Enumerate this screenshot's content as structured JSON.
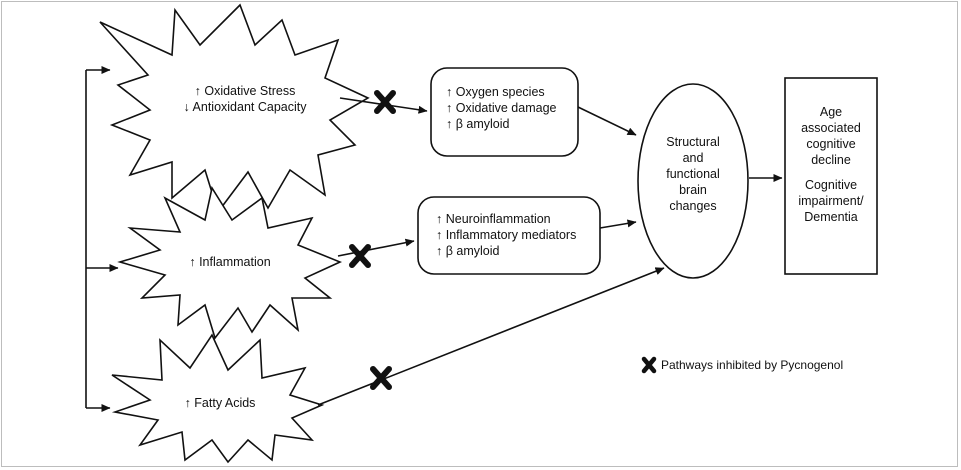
{
  "sources": {
    "oxidative": {
      "line1": "↑ Oxidative Stress",
      "line2": "↓ Antioxidant Capacity"
    },
    "inflammation": {
      "line1": "↑ Inflammation"
    },
    "fatty": {
      "line1": "↑ Fatty Acids"
    }
  },
  "effects": {
    "oxidative_box": [
      "↑ Oxygen species",
      "↑ Oxidative damage",
      "↑ β amyloid"
    ],
    "inflammation_box": [
      "↑ Neuroinflammation",
      "↑ Inflammatory mediators",
      "↑ β amyloid"
    ]
  },
  "brain": [
    "Structural",
    "and",
    "functional",
    "brain",
    "changes"
  ],
  "outcome": {
    "part1": [
      "Age",
      "associated",
      "cognitive",
      "decline"
    ],
    "part2": [
      "Cognitive",
      "impairment/",
      "Dementia"
    ]
  },
  "legend": {
    "label": "Pathways inhibited by Pycnogenol"
  },
  "colors": {
    "stroke": "#111111",
    "frame": "#bdbdbd",
    "inhibit_mark": "#111111"
  }
}
